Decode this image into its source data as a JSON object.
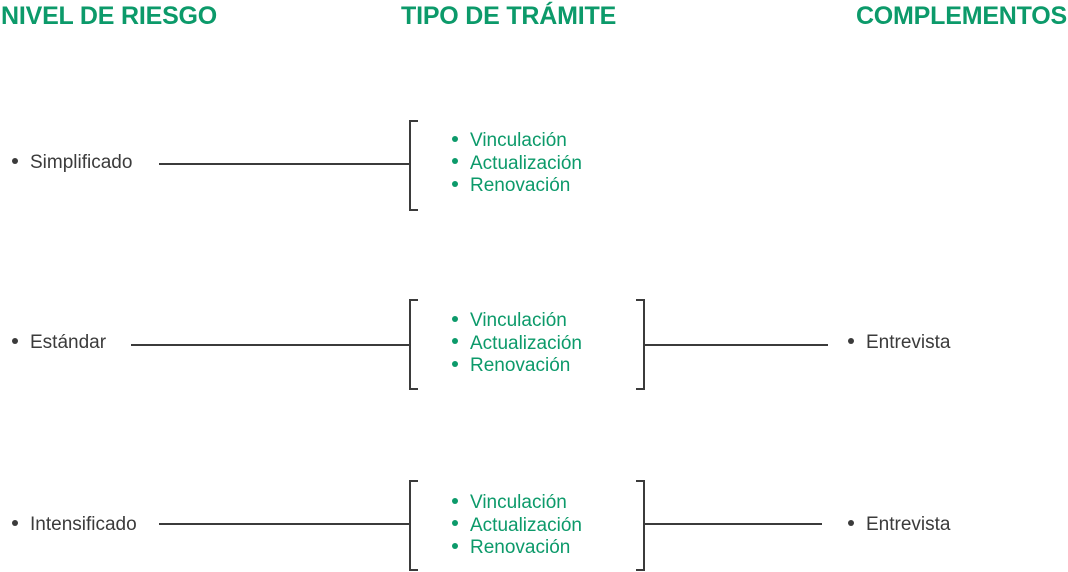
{
  "headings": {
    "risk_level": "NIVEL DE RIESGO",
    "procedure_type": "TIPO DE TRÁMITE",
    "complements": "COMPLEMENTOS"
  },
  "rows": [
    {
      "risk_level": "Simplificado",
      "procedures": [
        "Vinculación",
        "Actualización",
        "Renovación"
      ],
      "complement": ""
    },
    {
      "risk_level": "Estándar",
      "procedures": [
        "Vinculación",
        "Actualización",
        "Renovación"
      ],
      "complement": "Entrevista"
    },
    {
      "risk_level": "Intensificado",
      "procedures": [
        "Vinculación",
        "Actualización",
        "Renovación"
      ],
      "complement": "Entrevista"
    }
  ],
  "colors": {
    "accent": "#0c9a6a",
    "text": "#3b3b3b",
    "line": "#3b3b3b"
  }
}
